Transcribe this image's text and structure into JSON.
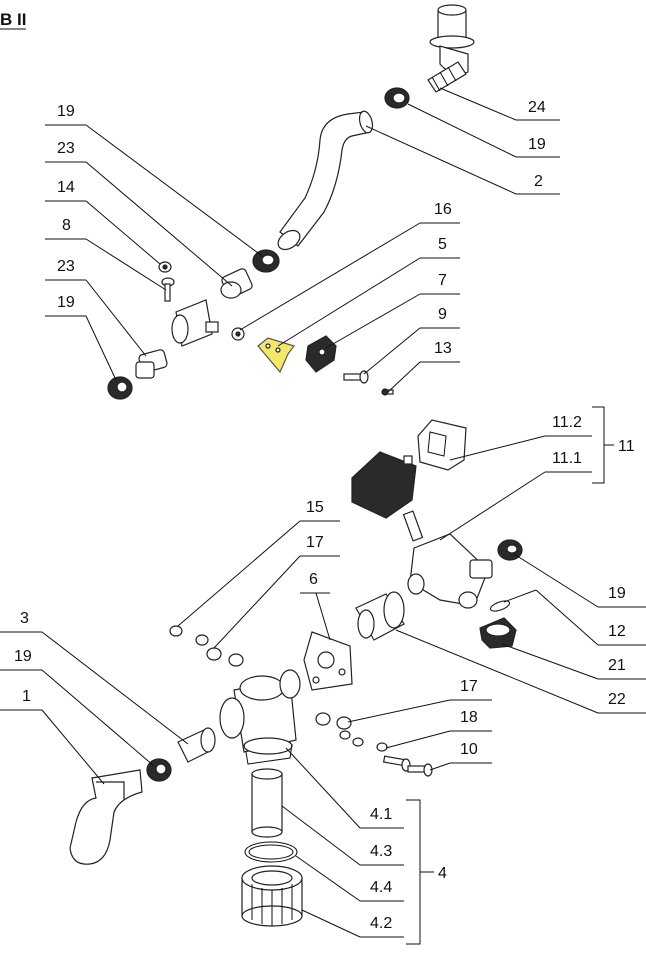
{
  "title": "B II",
  "highlight_color": "#f3e86a",
  "labels": {
    "l24": "24",
    "l19a": "19",
    "l2": "2",
    "l19b": "19",
    "l23a": "23",
    "l14": "14",
    "l8": "8",
    "l23b": "23",
    "l19c": "19",
    "l16": "16",
    "l5": "5",
    "l7": "7",
    "l9": "9",
    "l13": "13",
    "l11_2": "11.2",
    "l11_1": "11.1",
    "l11": "11",
    "l15": "15",
    "l17a": "17",
    "l6": "6",
    "l19d": "19",
    "l12": "12",
    "l21": "21",
    "l22": "22",
    "l3": "3",
    "l19e": "19",
    "l1": "1",
    "l17b": "17",
    "l18": "18",
    "l10": "10",
    "l4_1": "4.1",
    "l4_3": "4.3",
    "l4_4": "4.4",
    "l4_2": "4.2",
    "l4": "4"
  }
}
